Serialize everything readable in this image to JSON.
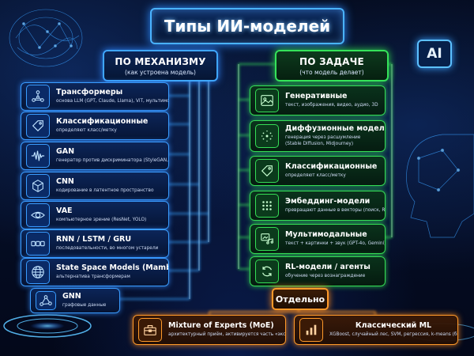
{
  "title": "Типы ИИ-моделей",
  "badge": "AI",
  "left_header": {
    "title": "ПО МЕХАНИЗМУ",
    "subtitle": "(как устроена модель)"
  },
  "right_header": {
    "title": "ПО ЗАДАЧЕ",
    "subtitle": "(что модель делает)"
  },
  "left_items": [
    {
      "title": "Трансформеры",
      "desc": "основа LLM (GPT, Claude, Llama), ViT, мультимодальные",
      "icon": "network-icon"
    },
    {
      "title": "Классификационные",
      "desc": "определяют класс/метку",
      "icon": "tag-icon"
    },
    {
      "title": "GAN",
      "desc": "генератор против дискриминатора (StyleGAN, дипфейки)",
      "icon": "waveform-icon"
    },
    {
      "title": "CNN",
      "desc": "кодирование в латентное пространство",
      "icon": "cube-icon"
    },
    {
      "title": "VAE",
      "desc": "компьютерное зрение (ResNet, YOLO)",
      "icon": "eye-icon"
    },
    {
      "title": "RNN / LSTM / GRU",
      "desc": "последовательности, во многом устарели",
      "icon": "chain-icon"
    },
    {
      "title": "State Space Models (Mamba)",
      "desc": "альтернатива трансформерам",
      "icon": "globe-icon"
    },
    {
      "title": "GNN",
      "desc": "графовые данные",
      "icon": "graph-icon"
    }
  ],
  "right_items": [
    {
      "title": "Генеративные",
      "desc": "текст, изображения, видео, аудио, 3D",
      "icon": "image-icon"
    },
    {
      "title": "Диффузионные модели",
      "desc": "генерация через расшумление\n(Stable Diffusion, Midjourney)",
      "icon": "diffusion-icon"
    },
    {
      "title": "Классификационные",
      "desc": "определяют класс/метку",
      "icon": "tag-icon"
    },
    {
      "title": "Эмбеддинг-модели",
      "desc": "превращают данные в векторы (поиск, RAG)",
      "icon": "embedding-icon"
    },
    {
      "title": "Мультимодальные",
      "desc": "текст + картинки + звук (GPT-4o, Gemini)",
      "icon": "media-icon"
    },
    {
      "title": "RL-модели / агенты",
      "desc": "обучение через вознаграждение",
      "icon": "recycle-icon"
    }
  ],
  "separate": {
    "label": "Отдельно",
    "items": [
      {
        "title": "Mixture of Experts (MoE)",
        "desc": "архитектурный приём, активируется часть «экспертов»",
        "icon": "toolbox-icon"
      },
      {
        "title": "Классический ML",
        "desc": "XGBoost, случайный лес, SVM, регрессия, k-means (без нейросетей)",
        "icon": "bar-chart-icon"
      }
    ]
  }
}
